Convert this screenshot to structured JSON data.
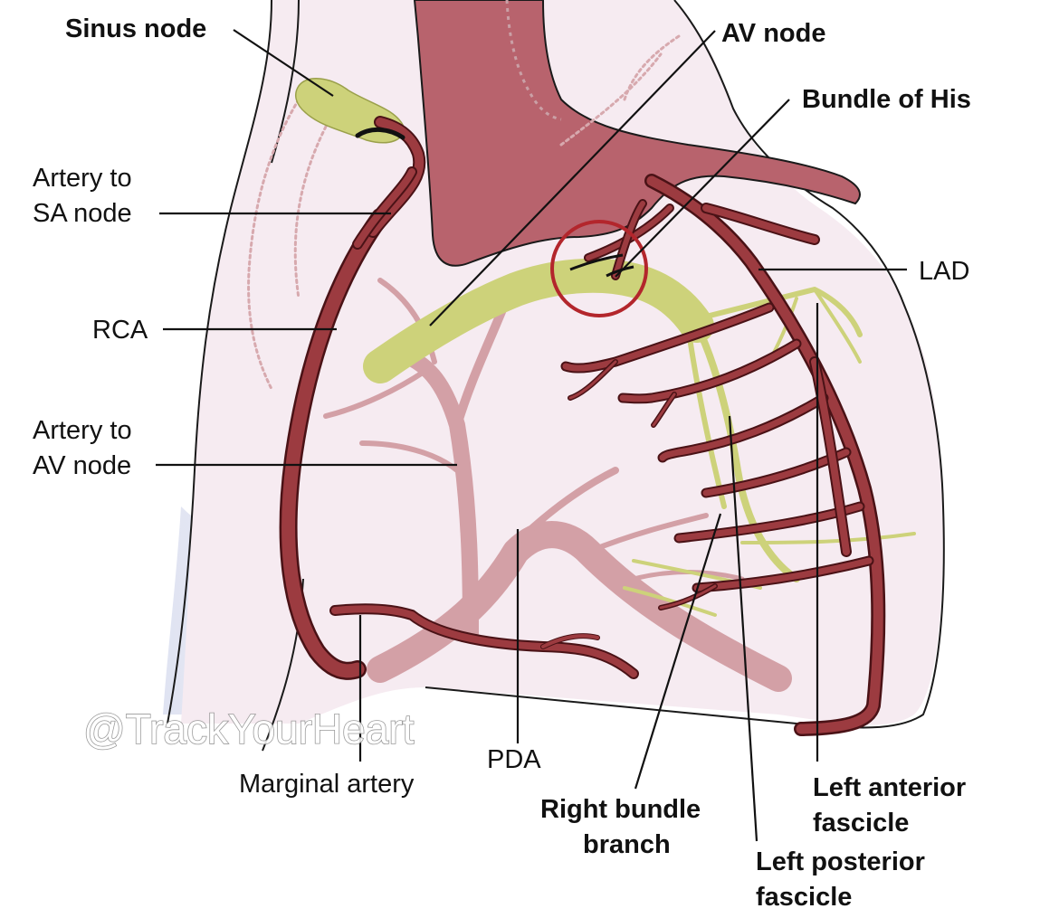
{
  "labels": {
    "sinus_node": "Sinus node",
    "av_node": "AV node",
    "bundle_of_his": "Bundle of His",
    "artery_to_sa_node_1": "Artery to",
    "artery_to_sa_node_2": "SA node",
    "lad": "LAD",
    "rca": "RCA",
    "artery_to_av_node_1": "Artery to",
    "artery_to_av_node_2": "AV node",
    "pda": "PDA",
    "marginal_artery": "Marginal artery",
    "right_bundle_branch_1": "Right bundle",
    "right_bundle_branch_2": "branch",
    "left_anterior_fascicle_1": "Left anterior",
    "left_anterior_fascicle_2": "fascicle",
    "left_posterior_fascicle_1": "Left posterior",
    "left_posterior_fascicle_2": "fascicle"
  },
  "watermark": "@TrackYourHeart",
  "colors": {
    "artery": "#9c3b40",
    "conduction_system": "#cdd27a",
    "heart_fill": "#f6ebf1",
    "highlight_circle": "#b3262c"
  }
}
